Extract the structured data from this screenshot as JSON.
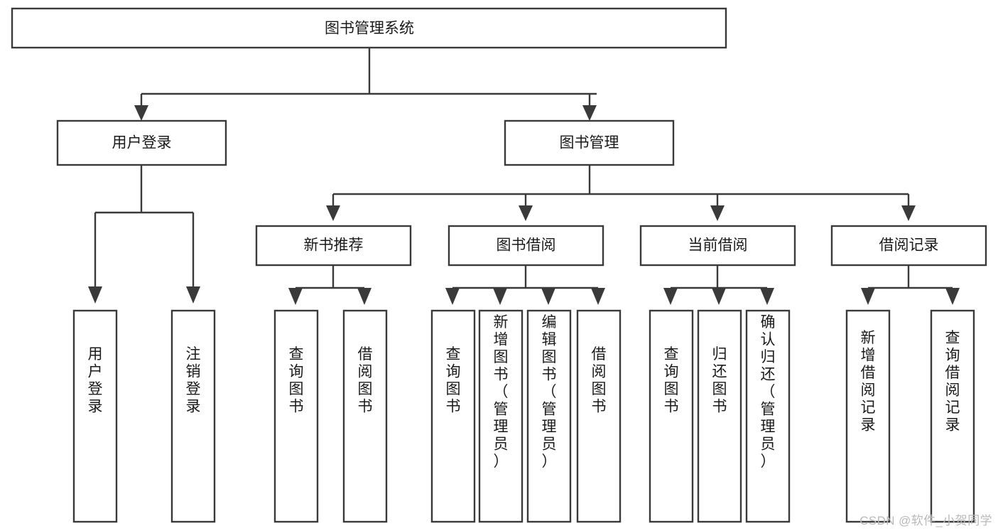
{
  "diagram": {
    "title": "图书管理系统",
    "type": "tree-hierarchy-diagram",
    "colors": {
      "box_stroke": "#3a3a3a",
      "box_fill": "#ffffff",
      "text": "#1a1a1a",
      "background": "#ffffff",
      "watermark": "#b9b9b9"
    },
    "root": {
      "label": "图书管理系统",
      "id": "root-book-management-system"
    },
    "level2": [
      {
        "id": "user-login",
        "label": "用户登录"
      },
      {
        "id": "book-management",
        "label": "图书管理"
      }
    ],
    "level3": [
      {
        "id": "new-book-recommend",
        "label": "新书推荐",
        "parent": "book-management"
      },
      {
        "id": "book-borrow",
        "label": "图书借阅",
        "parent": "book-management"
      },
      {
        "id": "current-borrow",
        "label": "当前借阅",
        "parent": "book-management"
      },
      {
        "id": "borrow-record",
        "label": "借阅记录",
        "parent": "book-management"
      }
    ],
    "leaves": {
      "user-login": [
        {
          "id": "leaf-user-login",
          "label": "用户登录"
        },
        {
          "id": "leaf-logout-login",
          "label": "注销登录"
        }
      ],
      "new-book-recommend": [
        {
          "id": "leaf-query-book-1",
          "label": "查询图书"
        },
        {
          "id": "leaf-borrow-book-1",
          "label": "借阅图书"
        }
      ],
      "book-borrow": [
        {
          "id": "leaf-query-book-2",
          "label": "查询图书"
        },
        {
          "id": "leaf-add-book-admin",
          "label": "新增图书（管理员）"
        },
        {
          "id": "leaf-edit-book-admin",
          "label": "编辑图书（管理员）"
        },
        {
          "id": "leaf-borrow-book-2",
          "label": "借阅图书"
        }
      ],
      "current-borrow": [
        {
          "id": "leaf-query-book-3",
          "label": "查询图书"
        },
        {
          "id": "leaf-return-book",
          "label": "归还图书"
        },
        {
          "id": "leaf-confirm-return-admin",
          "label": "确认归还（管理员）"
        }
      ],
      "borrow-record": [
        {
          "id": "leaf-add-borrow-record",
          "label": "新增借阅记录"
        },
        {
          "id": "leaf-query-borrow-record",
          "label": "查询借阅记录"
        }
      ]
    }
  },
  "watermark": {
    "text": "CSDN @软件_小贺同学"
  }
}
